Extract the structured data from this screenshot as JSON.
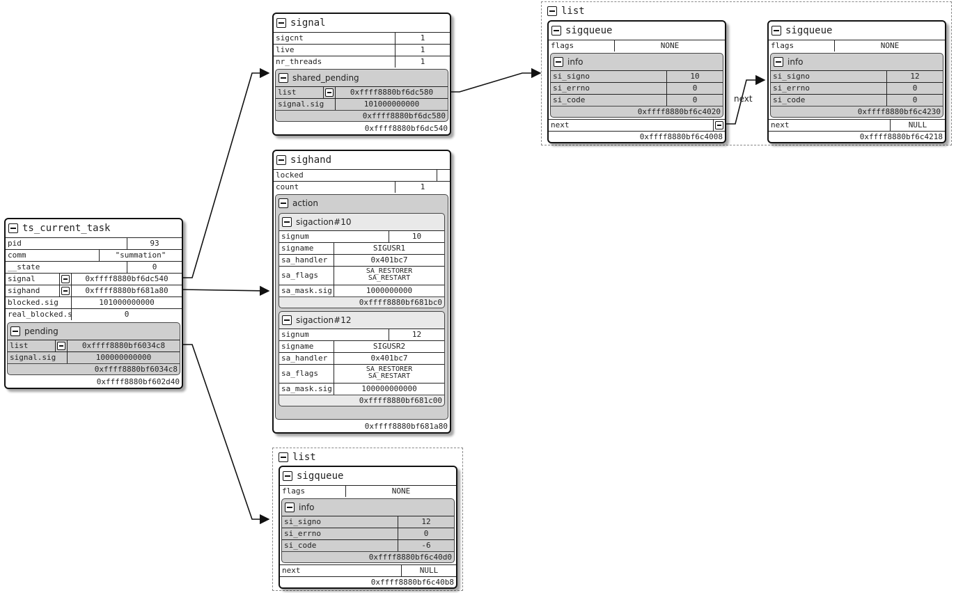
{
  "task": {
    "title": "ts_current_task",
    "pid_label": "pid",
    "pid": "93",
    "comm_label": "comm",
    "comm": "\"summation\"",
    "state_label": "__state",
    "state": "0",
    "signal_label": "signal",
    "signal": "0xffff8880bf6dc540",
    "sighand_label": "sighand",
    "sighand": "0xffff8880bf681a80",
    "blocked_label": "blocked.sig",
    "blocked": "101000000000",
    "real_blocked_label": "real_blocked.s",
    "real_blocked": "0",
    "pending": {
      "title": "pending",
      "list_label": "list",
      "list": "0xffff8880bf6034c8",
      "sig_label": "signal.sig",
      "sig": "100000000000",
      "addr": "0xffff8880bf6034c8"
    },
    "addr": "0xffff8880bf602d40"
  },
  "signal": {
    "title": "signal",
    "sigcnt_label": "sigcnt",
    "sigcnt": "1",
    "live_label": "live",
    "live": "1",
    "nr_threads_label": "nr_threads",
    "nr_threads": "1",
    "shared_pending": {
      "title": "shared_pending",
      "list_label": "list",
      "list": "0xffff8880bf6dc580",
      "sig_label": "signal.sig",
      "sig": "101000000000",
      "addr": "0xffff8880bf6dc580"
    },
    "addr": "0xffff8880bf6dc540"
  },
  "sighand": {
    "title": "sighand",
    "locked_label": "locked",
    "locked": "",
    "count_label": "count",
    "count": "1",
    "action_title": "action",
    "sa10": {
      "title": "sigaction#10",
      "signum_label": "signum",
      "signum": "10",
      "signame_label": "signame",
      "signame": "SIGUSR1",
      "handler_label": "sa_handler",
      "handler": "0x401bc7",
      "flags_label": "sa_flags",
      "flags1": "SA_RESTORER",
      "flags2": "SA_RESTART",
      "mask_label": "sa_mask.sig",
      "mask": "1000000000",
      "addr": "0xffff8880bf681bc0"
    },
    "sa12": {
      "title": "sigaction#12",
      "signum_label": "signum",
      "signum": "12",
      "signame_label": "signame",
      "signame": "SIGUSR2",
      "handler_label": "sa_handler",
      "handler": "0x401bc7",
      "flags_label": "sa_flags",
      "flags1": "SA_RESTORER",
      "flags2": "SA_RESTART",
      "mask_label": "sa_mask.sig",
      "mask": "100000000000",
      "addr": "0xffff8880bf681c00"
    },
    "addr": "0xffff8880bf681a80"
  },
  "list_top": {
    "title": "list",
    "q1": {
      "title": "sigqueue",
      "flags_label": "flags",
      "flags": "NONE",
      "info_title": "info",
      "signo_label": "si_signo",
      "signo": "10",
      "errno_label": "si_errno",
      "errno": "0",
      "code_label": "si_code",
      "code": "0",
      "info_addr": "0xffff8880bf6c4020",
      "next_label": "next",
      "next": "",
      "addr": "0xffff8880bf6c4008"
    },
    "next_arrow_label": "next",
    "q2": {
      "title": "sigqueue",
      "flags_label": "flags",
      "flags": "NONE",
      "info_title": "info",
      "signo_label": "si_signo",
      "signo": "12",
      "errno_label": "si_errno",
      "errno": "0",
      "code_label": "si_code",
      "code": "0",
      "info_addr": "0xffff8880bf6c4230",
      "next_label": "next",
      "next": "NULL",
      "addr": "0xffff8880bf6c4218"
    }
  },
  "list_bottom": {
    "title": "list",
    "q": {
      "title": "sigqueue",
      "flags_label": "flags",
      "flags": "NONE",
      "info_title": "info",
      "signo_label": "si_signo",
      "signo": "12",
      "errno_label": "si_errno",
      "errno": "0",
      "code_label": "si_code",
      "code": "-6",
      "info_addr": "0xffff8880bf6c40d0",
      "next_label": "next",
      "next": "NULL",
      "addr": "0xffff8880bf6c40b8"
    }
  }
}
